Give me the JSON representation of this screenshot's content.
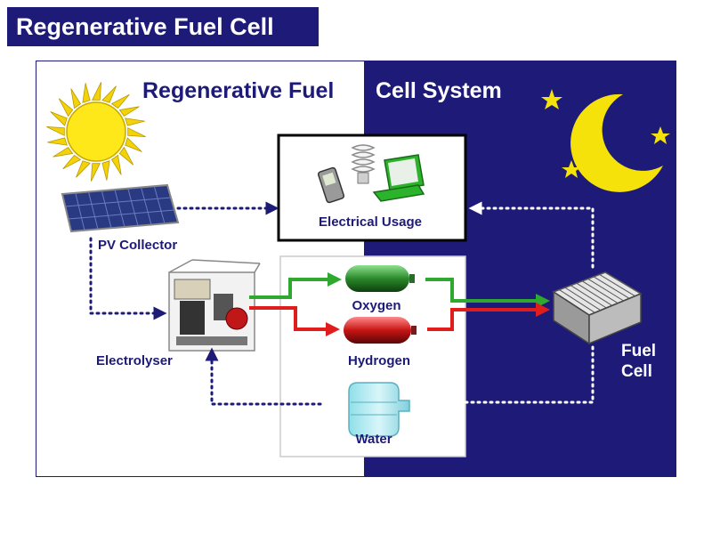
{
  "slide_title": "Regenerative Fuel Cell",
  "diagram": {
    "heading_left": "Regenerative Fuel",
    "heading_right": "Cell System",
    "labels": {
      "electrical_usage": "Electrical Usage",
      "pv_collector": "PV Collector",
      "electrolyser": "Electrolyser",
      "oxygen": "Oxygen",
      "hydrogen": "Hydrogen",
      "water": "Water",
      "fuel_line1": "Fuel",
      "fuel_line2": "Cell"
    },
    "colors": {
      "night": "#1d1a78",
      "day": "#ffffff",
      "label": "#1d1a78",
      "oxygen": "#2a8a2a",
      "hydrogen": "#d42020",
      "sun": "#f4d20a",
      "moon": "#f4e20a"
    }
  }
}
